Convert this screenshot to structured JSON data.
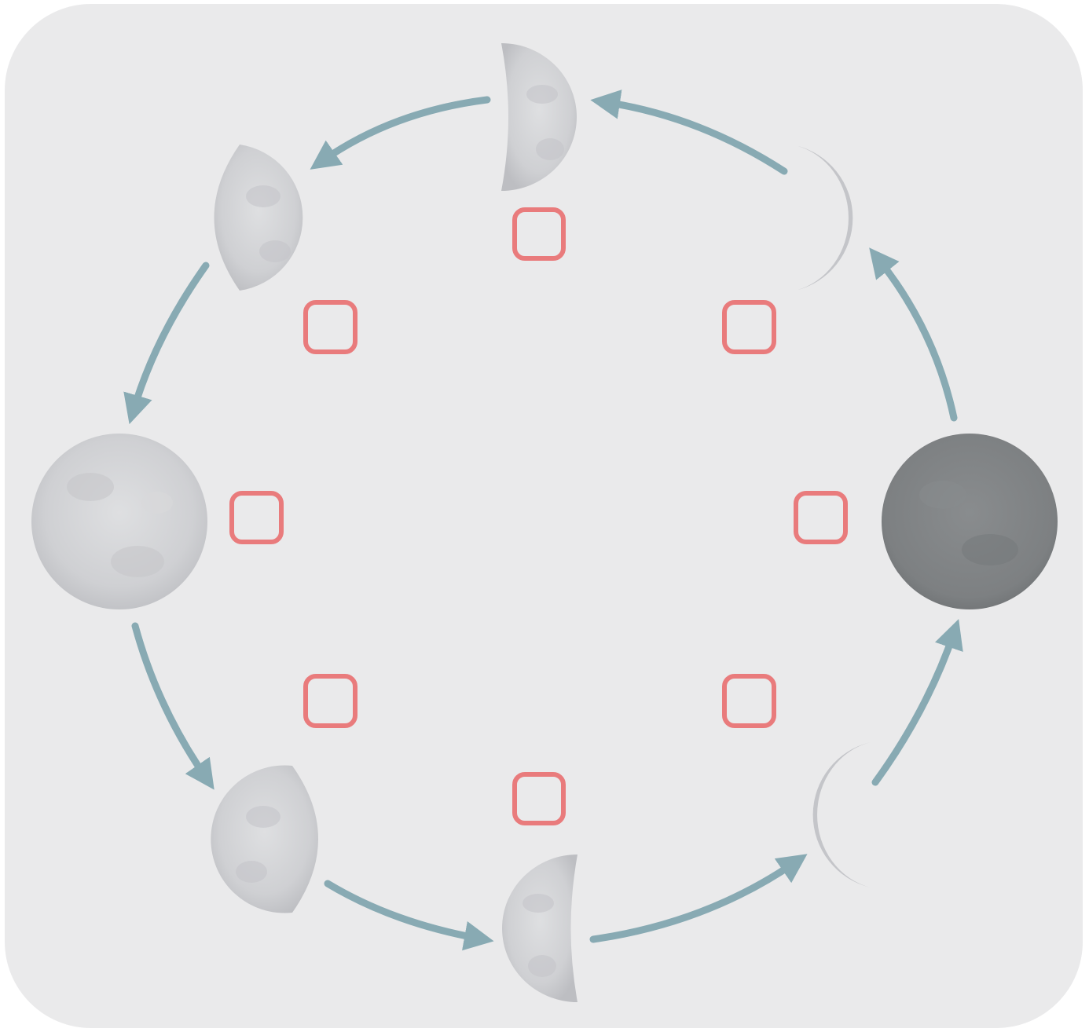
{
  "diagram": {
    "background_color": "#EAEAEB",
    "arrow_color": "#88AAB3",
    "box_color": "#E97B7C",
    "moon_light_color": "#CDCED1",
    "moon_dark_color": "#7D8082",
    "cycle_direction": "counterclockwise",
    "phases": [
      {
        "id": "new-moon",
        "shape": "dark-full"
      },
      {
        "id": "waxing-crescent-upper",
        "shape": "thin-crescent-right"
      },
      {
        "id": "first-quarter",
        "shape": "half-right"
      },
      {
        "id": "waxing-gibbous",
        "shape": "gibbous-right"
      },
      {
        "id": "full-moon",
        "shape": "full"
      },
      {
        "id": "waning-gibbous",
        "shape": "gibbous-left"
      },
      {
        "id": "last-quarter",
        "shape": "half-left"
      },
      {
        "id": "waning-crescent-lower",
        "shape": "thin-crescent-left"
      }
    ],
    "answer_boxes": [
      {
        "id": "box-top",
        "value": ""
      },
      {
        "id": "box-upper-left",
        "value": ""
      },
      {
        "id": "box-upper-right",
        "value": ""
      },
      {
        "id": "box-left",
        "value": ""
      },
      {
        "id": "box-right",
        "value": ""
      },
      {
        "id": "box-lower-left",
        "value": ""
      },
      {
        "id": "box-lower-right",
        "value": ""
      },
      {
        "id": "box-bottom",
        "value": ""
      }
    ]
  }
}
